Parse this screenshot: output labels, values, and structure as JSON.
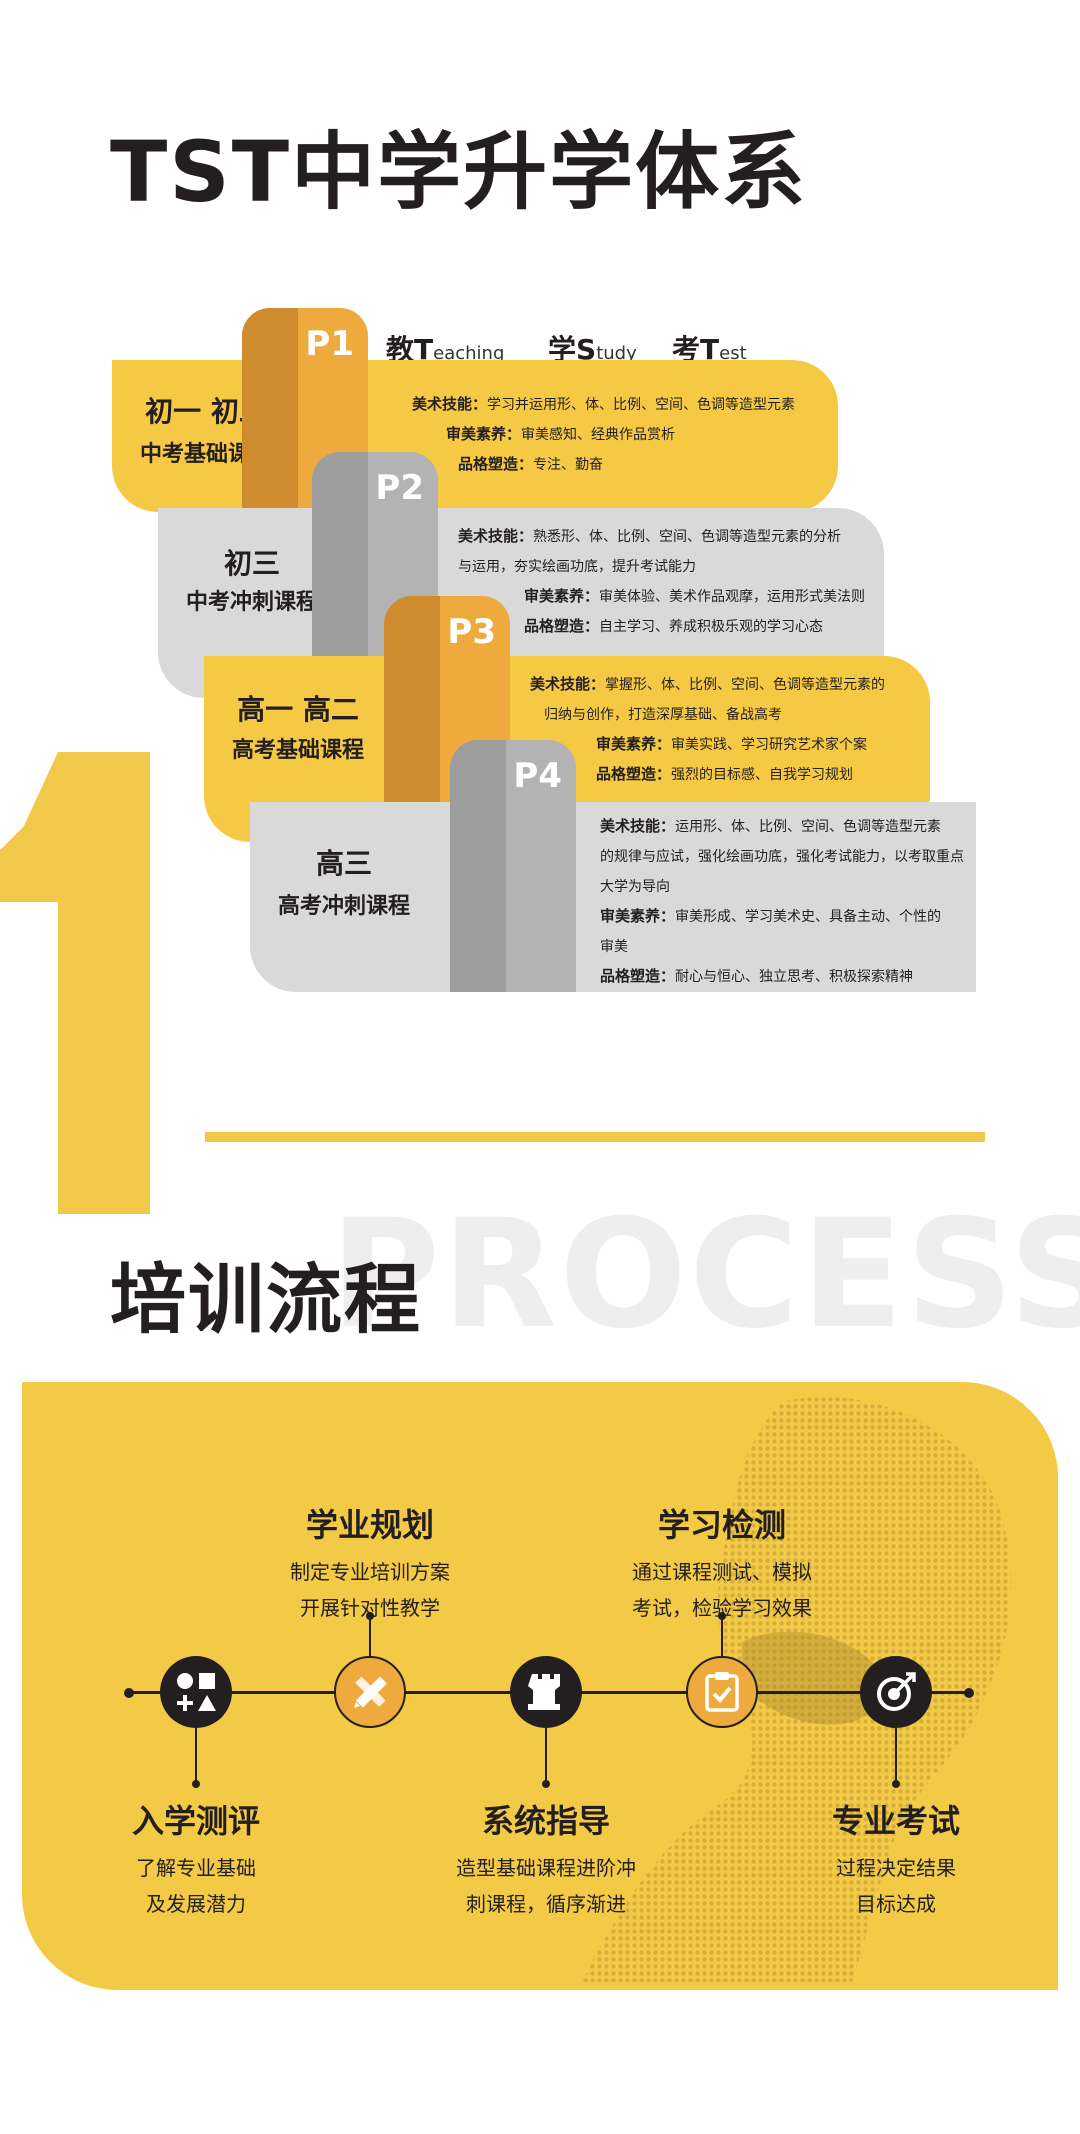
{
  "title": "TST中学升学体系",
  "headers": {
    "teach_char": "教",
    "teach_letter": "T",
    "teach_rest": "eaching",
    "study_char": "学",
    "study_letter": "S",
    "study_rest": "tudy",
    "test_char": "考",
    "test_letter": "T",
    "test_rest": "est"
  },
  "stages": [
    {
      "tab": "P1",
      "grade": "初一 初二",
      "course": "中考基础课程",
      "lines": [
        {
          "key": "美术技能：",
          "text": "学习并运用形、体、比例、空间、色调等造型元素"
        },
        {
          "key": "审美素养：",
          "text": "审美感知、经典作品赏析"
        },
        {
          "key": "品格塑造：",
          "text": "专注、勤奋"
        }
      ]
    },
    {
      "tab": "P2",
      "grade": "初三",
      "course": "中考冲刺课程",
      "lines": [
        {
          "key": "美术技能：",
          "text": "熟悉形、体、比例、空间、色调等造型元素的分析"
        },
        {
          "key": "",
          "text": "与运用，夯实绘画功底，提升考试能力"
        },
        {
          "key": "审美素养：",
          "text": "审美体验、美术作品观摩，运用形式美法则"
        },
        {
          "key": "品格塑造：",
          "text": "自主学习、养成积极乐观的学习心态"
        }
      ]
    },
    {
      "tab": "P3",
      "grade": "高一 高二",
      "course": "高考基础课程",
      "lines": [
        {
          "key": "美术技能：",
          "text": "掌握形、体、比例、空间、色调等造型元素的"
        },
        {
          "key": "",
          "text": "归纳与创作，打造深厚基础、备战高考"
        },
        {
          "key": "审美素养：",
          "text": "审美实践、学习研究艺术家个案"
        },
        {
          "key": "品格塑造：",
          "text": "强烈的目标感、自我学习规划"
        }
      ]
    },
    {
      "tab": "P4",
      "grade": "高三",
      "course": "高考冲刺课程",
      "lines": [
        {
          "key": "美术技能：",
          "text": "运用形、体、比例、空间、色调等造型元素"
        },
        {
          "key": "",
          "text": "的规律与应试，强化绘画功底，强化考试能力，以考取重点"
        },
        {
          "key": "",
          "text": "大学为导向"
        },
        {
          "key": "审美素养：",
          "text": "审美形成、学习美术史、具备主动、个性的"
        },
        {
          "key": "",
          "text": "审美"
        },
        {
          "key": "品格塑造：",
          "text": "耐心与恒心、独立思考、积极探索精神"
        }
      ]
    }
  ],
  "process": {
    "bg_word": "PROCESS",
    "title": "培训流程",
    "steps": [
      {
        "title": "入学测评",
        "line1": "了解专业基础",
        "line2": "及发展潜力",
        "icon": "shapes-icon"
      },
      {
        "title": "学业规划",
        "line1": "制定专业培训方案",
        "line2": "开展针对性教学",
        "icon": "pencil-ruler-icon"
      },
      {
        "title": "系统指导",
        "line1": "造型基础课程进阶冲",
        "line2": "刺课程，循序渐进",
        "icon": "chess-rook-icon"
      },
      {
        "title": "学习检测",
        "line1": "通过课程测试、模拟",
        "line2": "考试，检验学习效果",
        "icon": "clipboard-check-icon"
      },
      {
        "title": "专业考试",
        "line1": "过程决定结果",
        "line2": "目标达成",
        "icon": "target-arrow-icon"
      }
    ]
  },
  "colors": {
    "yellow": "#f5c944",
    "orange": "#eeaa3c",
    "gray": "#d9d9d9",
    "dark": "#231f20"
  }
}
